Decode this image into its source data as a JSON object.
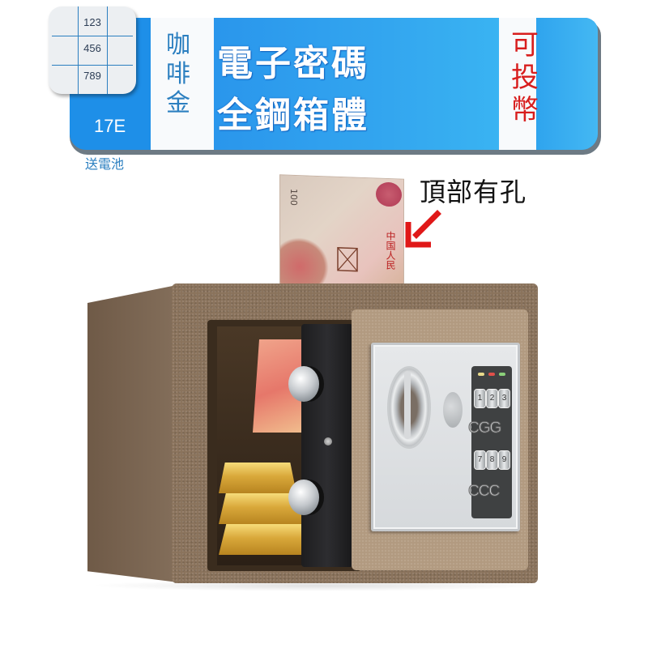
{
  "banner": {
    "keypad_icon": {
      "rows": [
        "123",
        "456",
        "789"
      ]
    },
    "model": "17E",
    "gift_note": "送電池",
    "color_label": "咖啡金",
    "headline_line1": "電子密碼",
    "headline_line2": "全鋼箱體",
    "coin_label": "可投幣",
    "colors": {
      "blue": "#1e8fe8",
      "label_blue": "#2b7fc0",
      "red": "#d81e1e"
    }
  },
  "callout": {
    "text": "頂部有孔",
    "arrow": "red-arrow-down-left",
    "arrow_color": "#e01818"
  },
  "banknote": {
    "denomination": "100",
    "text_vertical": "中国人民"
  },
  "safe": {
    "color": "coffee-gold",
    "keypad_keys_row1": [
      "1",
      "2",
      "3"
    ],
    "keypad_keys_row2": [
      "7",
      "8",
      "9"
    ],
    "keypad_mark1": "CGG",
    "keypad_mark2": "CCC",
    "leds": [
      "#e8d98a",
      "#e0504a",
      "#8bd07a"
    ]
  }
}
